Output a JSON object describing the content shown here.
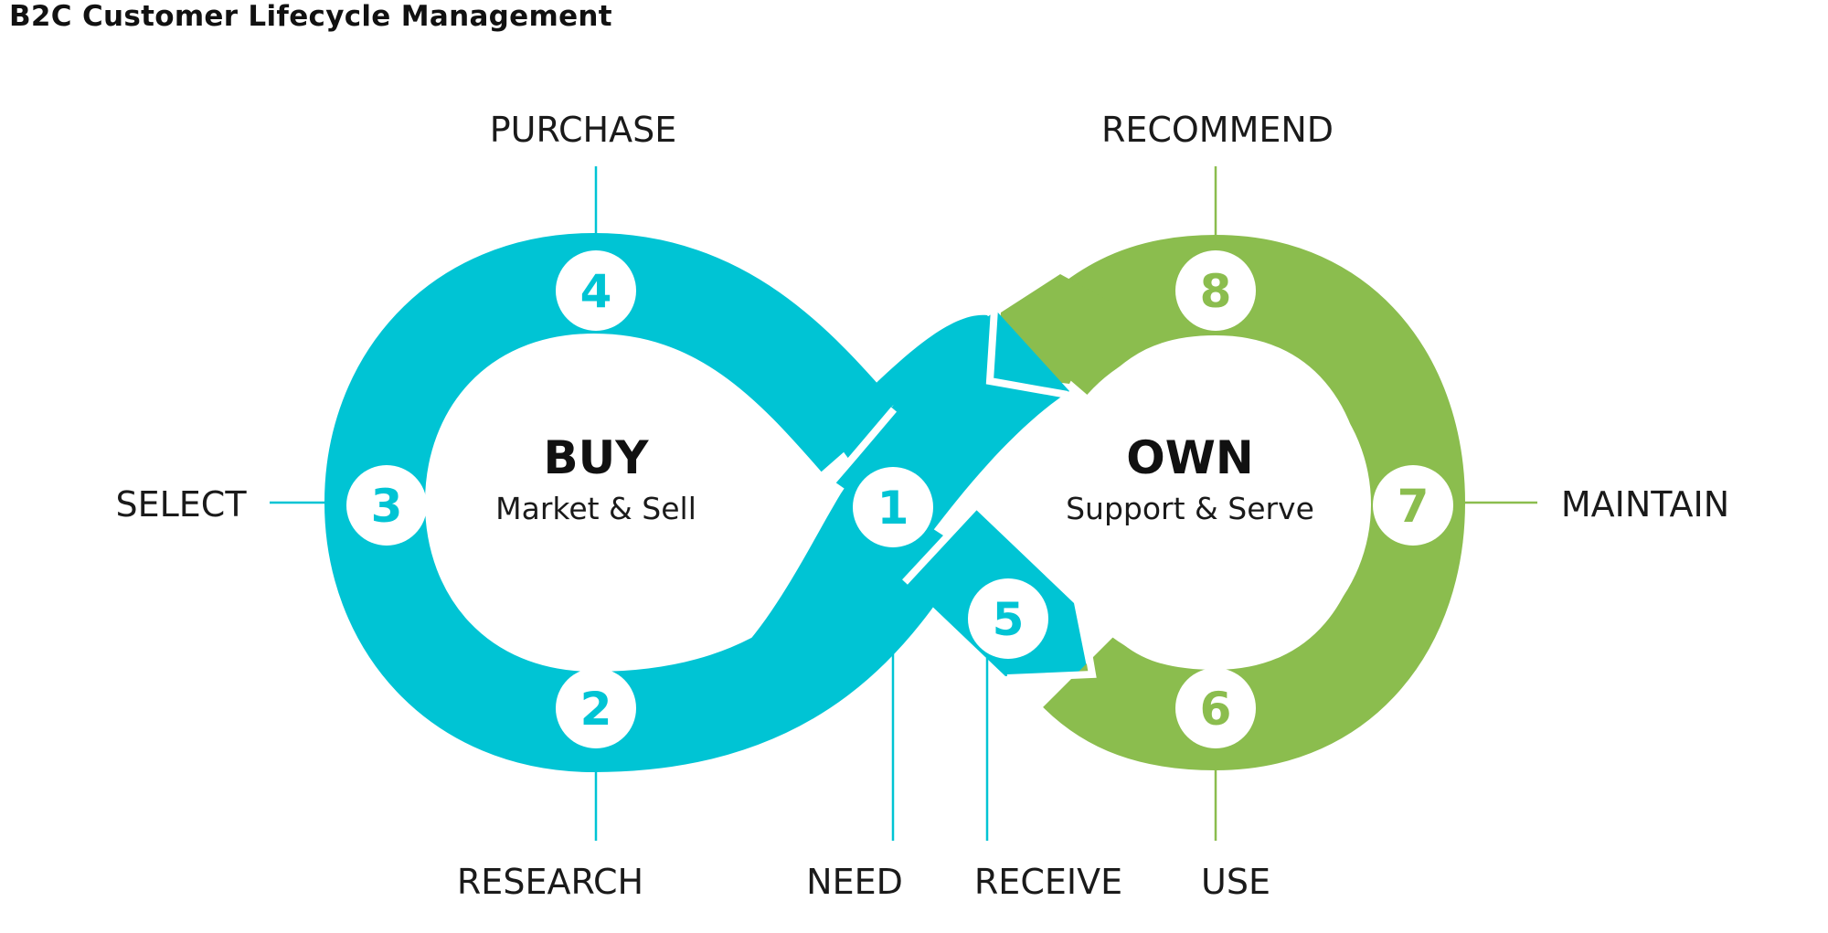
{
  "title": "B2C Customer Lifecycle Management",
  "colors": {
    "buy": "#00C4D4",
    "own": "#8BBD4E",
    "text": "#1a1a1a",
    "badge_bg": "#ffffff"
  },
  "loops": {
    "buy": {
      "title": "BUY",
      "subtitle": "Market & Sell"
    },
    "own": {
      "title": "OWN",
      "subtitle": "Support & Serve"
    }
  },
  "stages": [
    {
      "number": "1",
      "label": "NEED",
      "loop": "buy"
    },
    {
      "number": "2",
      "label": "RESEARCH",
      "loop": "buy"
    },
    {
      "number": "3",
      "label": "SELECT",
      "loop": "buy"
    },
    {
      "number": "4",
      "label": "PURCHASE",
      "loop": "buy"
    },
    {
      "number": "5",
      "label": "RECEIVE",
      "loop": "buy"
    },
    {
      "number": "6",
      "label": "USE",
      "loop": "own"
    },
    {
      "number": "7",
      "label": "MAINTAIN",
      "loop": "own"
    },
    {
      "number": "8",
      "label": "RECOMMEND",
      "loop": "own"
    }
  ]
}
